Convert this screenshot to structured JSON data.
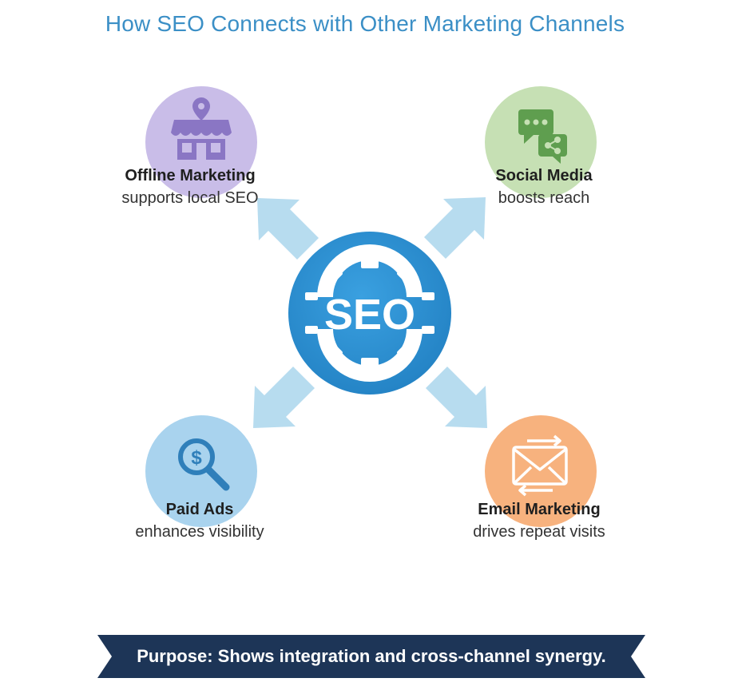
{
  "title": "How SEO Connects with Other Marketing Channels",
  "center": {
    "label": "SEO",
    "icon": "gear-icon",
    "color": "#2f8fd0"
  },
  "nodes": [
    {
      "id": "offline",
      "name": "Offline Marketing",
      "description": "supports local SEO",
      "icon": "storefront-location-icon",
      "color": "#c9bde8"
    },
    {
      "id": "social",
      "name": "Social Media",
      "description": "boosts reach",
      "icon": "chat-share-icon",
      "color": "#c6e0b4"
    },
    {
      "id": "paid",
      "name": "Paid Ads",
      "description": "enhances visibility",
      "icon": "dollar-magnifier-icon",
      "color": "#a9d3ee"
    },
    {
      "id": "email",
      "name": "Email Marketing",
      "description": "drives repeat visits",
      "icon": "envelope-arrows-icon",
      "color": "#f7b27e"
    }
  ],
  "banner": {
    "text": "Purpose: Shows integration and cross-channel synergy.",
    "color": "#1d3557"
  },
  "arrow_color": "#b7dcef"
}
